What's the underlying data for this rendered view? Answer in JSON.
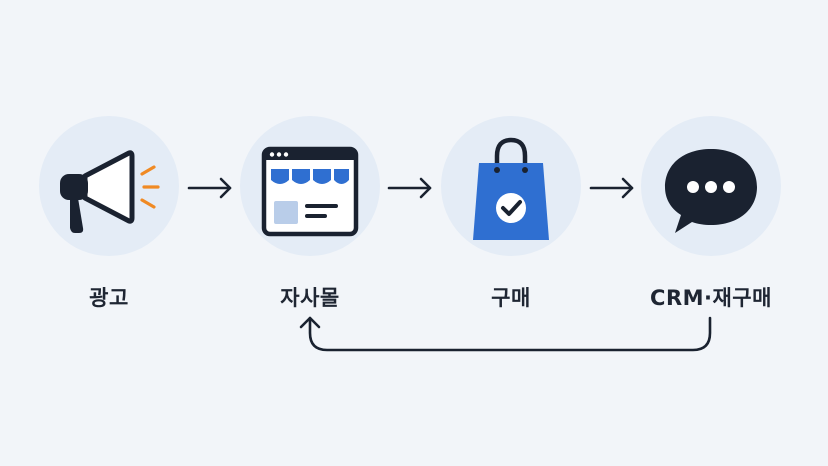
{
  "colors": {
    "background": "#f2f5f9",
    "circle": "#e4ecf6",
    "ink": "#1a2230",
    "accent_blue": "#2f6fd1",
    "accent_orange": "#f08a24"
  },
  "steps": [
    {
      "label": "광고",
      "icon": "megaphone-icon"
    },
    {
      "label": "자사몰",
      "icon": "storefront-browser-icon"
    },
    {
      "label": "구매",
      "icon": "shopping-bag-check-icon"
    },
    {
      "label": "CRM·재구매",
      "icon": "chat-bubble-icon"
    }
  ],
  "edges": [
    {
      "from": "광고",
      "to": "자사몰"
    },
    {
      "from": "자사몰",
      "to": "구매"
    },
    {
      "from": "구매",
      "to": "CRM·재구매"
    },
    {
      "from": "CRM·재구매",
      "to": "자사몰"
    }
  ]
}
